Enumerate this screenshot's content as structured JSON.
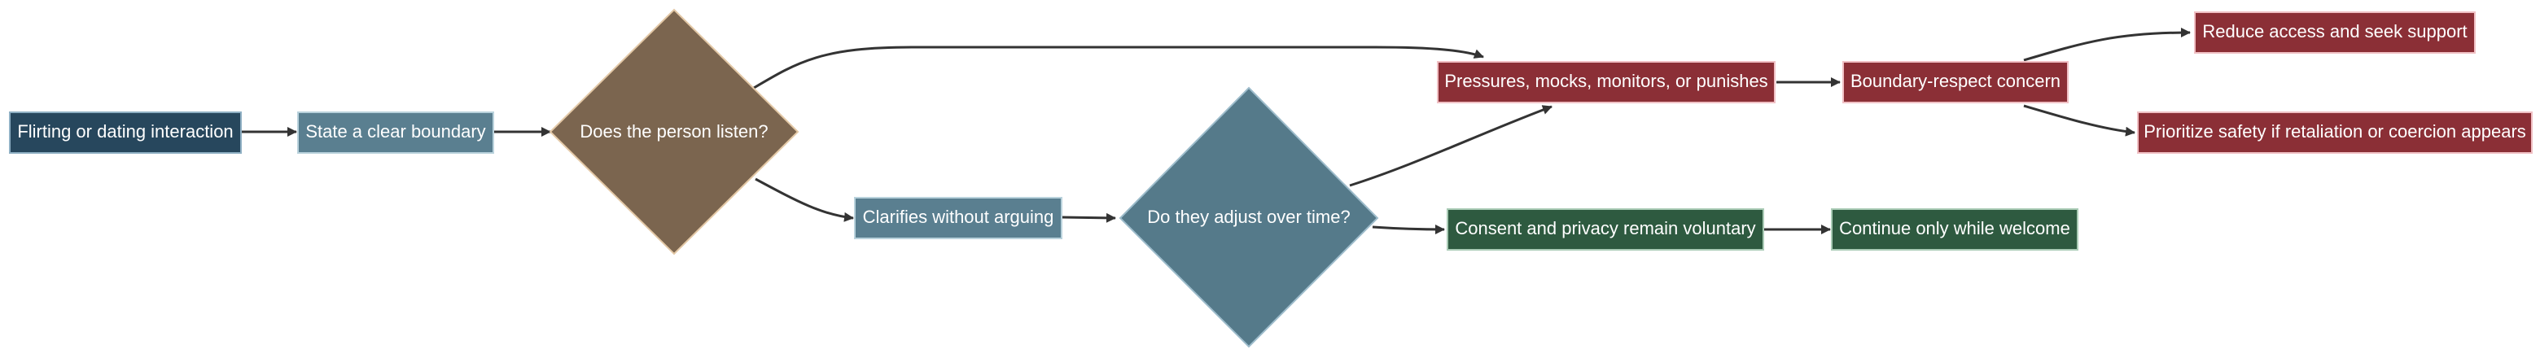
{
  "colors": {
    "start": "#27475d",
    "step": "#5a7f90",
    "decision1": "#7b654f",
    "decision1_border": "#e3c8a6",
    "decision2": "#557a8a",
    "risk": "#8b2f36",
    "risk_border": "#f0c0c4",
    "safe": "#2e5a40",
    "edge": "#333333",
    "background": "#ffffff"
  },
  "nodes": {
    "start": {
      "label": "Flirting or dating interaction"
    },
    "boundary": {
      "label": "State a clear boundary"
    },
    "listen": {
      "label": "Does the person listen?"
    },
    "clarifies": {
      "label": "Clarifies without arguing"
    },
    "adjust": {
      "label": "Do they adjust over time?"
    },
    "pressures": {
      "label": "Pressures, mocks, monitors, or punishes"
    },
    "concern": {
      "label": "Boundary-respect concern"
    },
    "reduce": {
      "label": "Reduce access and seek support"
    },
    "safety": {
      "label": "Prioritize safety if retaliation or coercion appears"
    },
    "consent": {
      "label": "Consent and privacy remain voluntary"
    },
    "continue": {
      "label": "Continue only while welcome"
    }
  }
}
